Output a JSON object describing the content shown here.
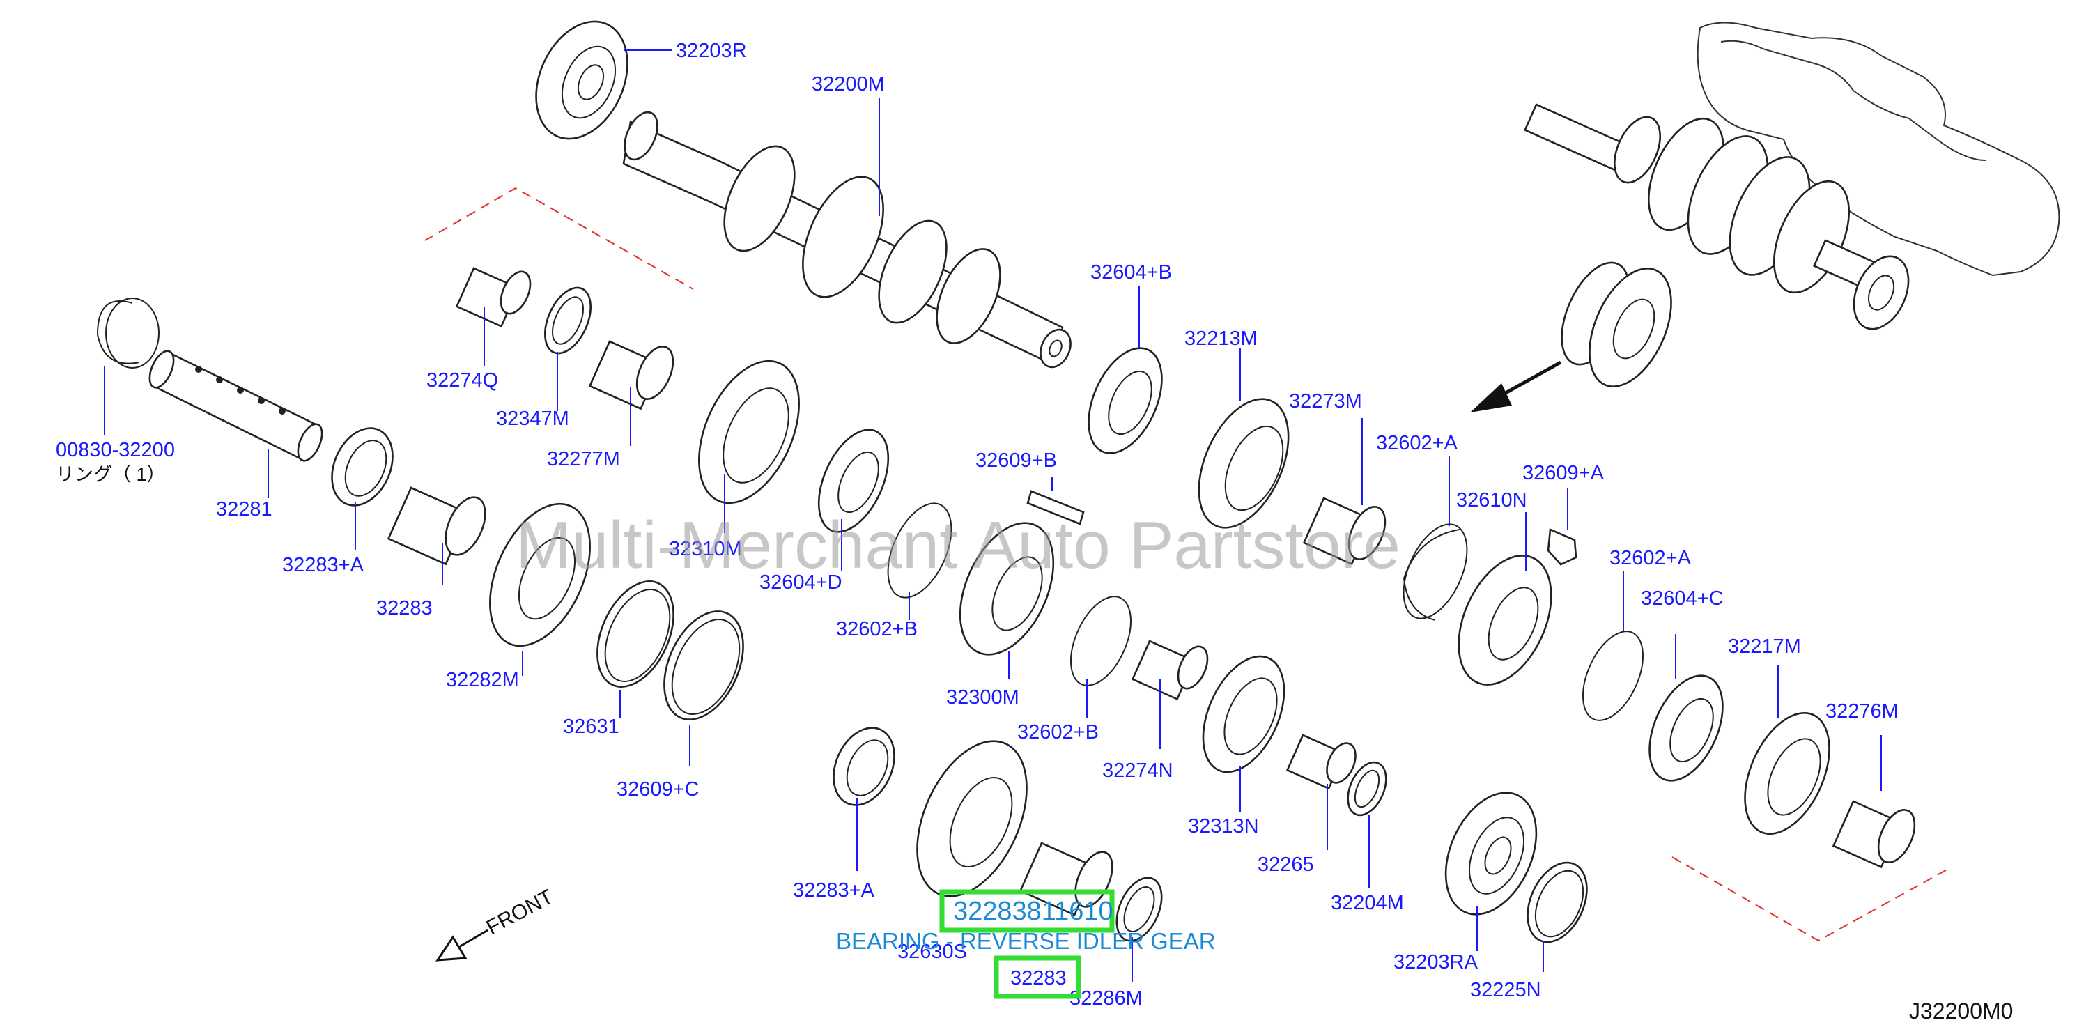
{
  "diagram": {
    "code": "J32200M0",
    "watermark": "Multi-Merchant Auto Partstore",
    "front_label": "FRONT",
    "ring_label": "リング（ 1）",
    "highlight": {
      "part_number": "32283811610",
      "description": "BEARING - REVERSE IDLER GEAR",
      "ref": "32283"
    },
    "parts": [
      {
        "id": "32203R"
      },
      {
        "id": "32200M"
      },
      {
        "id": "32604+B"
      },
      {
        "id": "32213M"
      },
      {
        "id": "32273M"
      },
      {
        "id": "32602+A"
      },
      {
        "id": "32274Q"
      },
      {
        "id": "32347M"
      },
      {
        "id": "32277M"
      },
      {
        "id": "00830-32200"
      },
      {
        "id": "32281"
      },
      {
        "id": "32283+A"
      },
      {
        "id": "32283"
      },
      {
        "id": "32310M"
      },
      {
        "id": "32604+D"
      },
      {
        "id": "32609+B"
      },
      {
        "id": "32610N"
      },
      {
        "id": "32609+A"
      },
      {
        "id": "32602+A"
      },
      {
        "id": "32604+C"
      },
      {
        "id": "32217M"
      },
      {
        "id": "32276M"
      },
      {
        "id": "32282M"
      },
      {
        "id": "32631"
      },
      {
        "id": "32609+C"
      },
      {
        "id": "32602+B"
      },
      {
        "id": "32300M"
      },
      {
        "id": "32602+B"
      },
      {
        "id": "32274N"
      },
      {
        "id": "32313N"
      },
      {
        "id": "32265"
      },
      {
        "id": "32204M"
      },
      {
        "id": "32283+A"
      },
      {
        "id": "32630S"
      },
      {
        "id": "32286M"
      },
      {
        "id": "32203RA"
      },
      {
        "id": "32225N"
      }
    ]
  }
}
